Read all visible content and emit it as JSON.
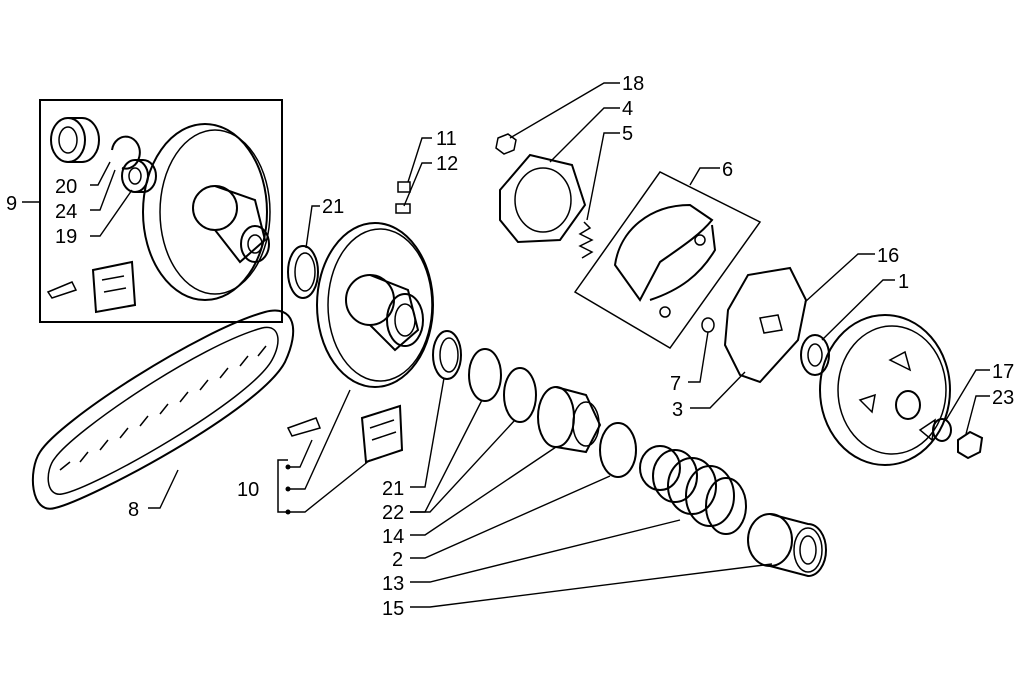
{
  "labels": {
    "l1": "1",
    "l2": "2",
    "l3": "3",
    "l4": "4",
    "l5": "5",
    "l6": "6",
    "l7": "7",
    "l8": "8",
    "l9": "9",
    "l10": "10",
    "l11": "11",
    "l12": "12",
    "l13": "13",
    "l14": "14",
    "l15": "15",
    "l16": "16",
    "l17": "17",
    "l18": "18",
    "l19": "19",
    "l20": "20",
    "l21a": "21",
    "l21b": "21",
    "l22": "22",
    "l23": "23",
    "l24": "24"
  }
}
